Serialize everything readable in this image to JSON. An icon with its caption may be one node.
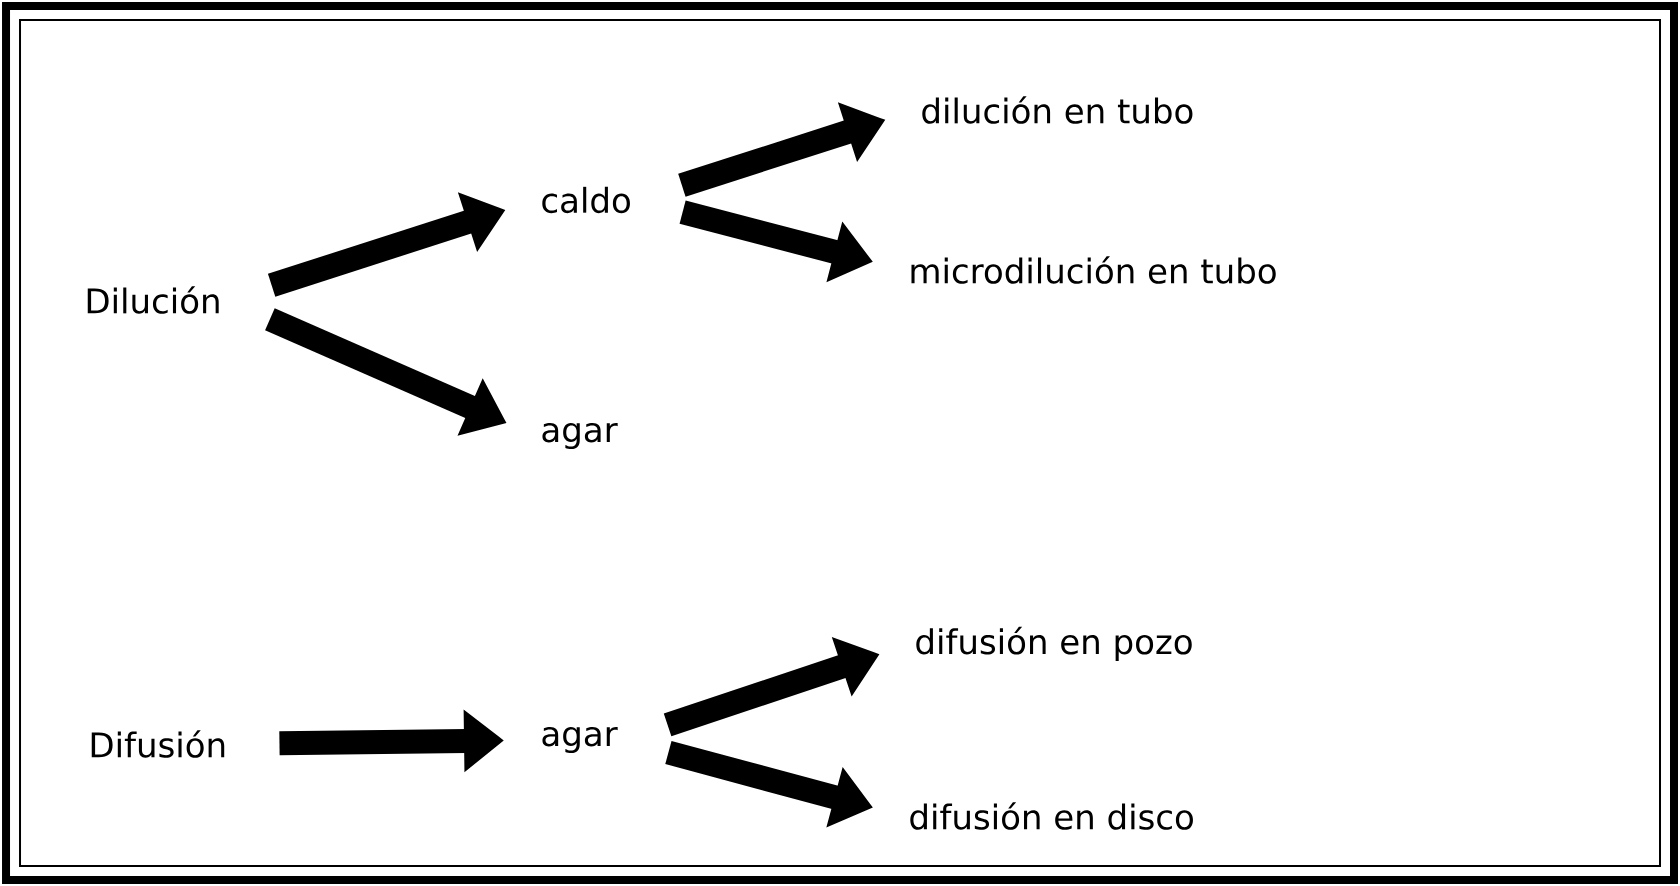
{
  "diagram": {
    "nodes": [
      {
        "text": [
          "Dilución"
        ]
      },
      {
        "text": [
          "caldo"
        ]
      },
      {
        "text": [
          "agar"
        ]
      },
      {
        "text": [
          "dilución en tubo"
        ]
      },
      {
        "text": [
          "microdilución en tubo"
        ]
      },
      {
        "text": [
          "Difusión"
        ]
      },
      {
        "text": [
          "agar"
        ]
      },
      {
        "text": [
          "difusión en pozo"
        ]
      },
      {
        "text": [
          "difusión en disco"
        ]
      }
    ],
    "edges": [
      {
        "from": 0,
        "to": 1,
        "arrow": "to"
      },
      {
        "from": 0,
        "to": 2,
        "arrow": "to"
      },
      {
        "from": 1,
        "to": 3,
        "arrow": "to"
      },
      {
        "from": 1,
        "to": 4,
        "arrow": "to"
      },
      {
        "from": 5,
        "to": 6,
        "arrow": "to"
      },
      {
        "from": 6,
        "to": 7,
        "arrow": "to"
      },
      {
        "from": 6,
        "to": 8,
        "arrow": "to"
      }
    ]
  }
}
